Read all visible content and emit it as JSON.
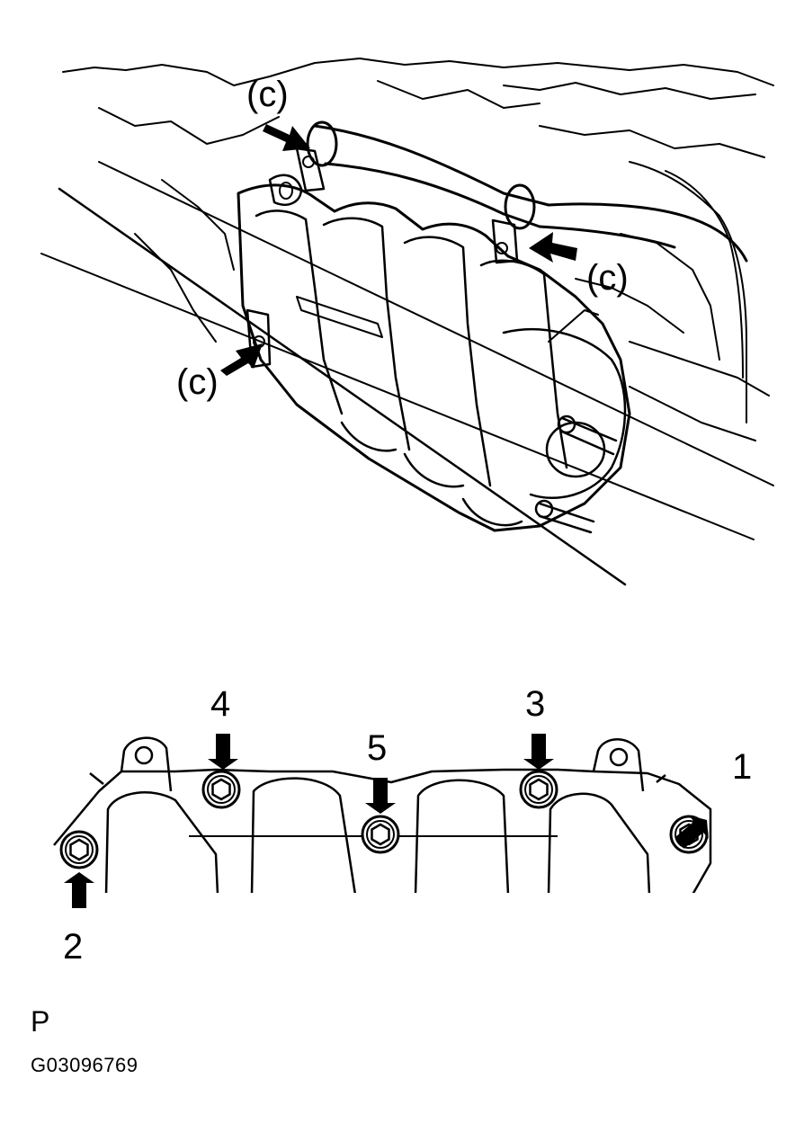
{
  "callouts": {
    "top_left": "(c)",
    "right": "(c)",
    "left": "(c)"
  },
  "bolt_order": {
    "b1": "1",
    "b2": "2",
    "b3": "3",
    "b4": "4",
    "b5": "5"
  },
  "footer": {
    "view_code": "P",
    "figure_id": "G03096769"
  },
  "icons": [
    "arrow-icon",
    "bolt-icon"
  ],
  "colors": {
    "ink": "#000000",
    "paper": "#ffffff"
  }
}
